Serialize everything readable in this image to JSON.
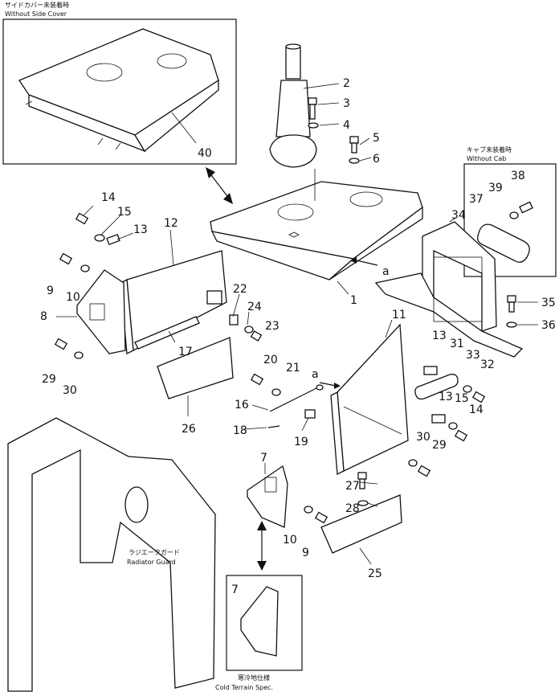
{
  "insets": {
    "side_cover": {
      "caption_jp": "サイドカバー未装着時",
      "caption_en": "Without  Side  Cover",
      "part": "40"
    },
    "cab": {
      "caption_jp": "キャブ未装着時",
      "caption_en": "Without  Cab",
      "parts": [
        "37",
        "38",
        "39"
      ]
    },
    "cold": {
      "caption_jp": "寒冷地仕様",
      "caption_en": "Cold  Terrain  Spec.",
      "part": "7"
    }
  },
  "radiator_guard": {
    "label_jp": "ラジエータガード",
    "label_en": "Radiator  Guard"
  },
  "callouts": [
    "1",
    "2",
    "3",
    "4",
    "5",
    "6",
    "7",
    "8",
    "9",
    "10",
    "11",
    "12",
    "13",
    "14",
    "15",
    "16",
    "17",
    "18",
    "19",
    "20",
    "21",
    "22",
    "23",
    "24",
    "25",
    "26",
    "27",
    "28",
    "29",
    "30",
    "31",
    "32",
    "33",
    "34",
    "35",
    "36",
    "9",
    "10",
    "13",
    "14",
    "15",
    "29",
    "30"
  ],
  "markers": {
    "a_letter": "a"
  }
}
